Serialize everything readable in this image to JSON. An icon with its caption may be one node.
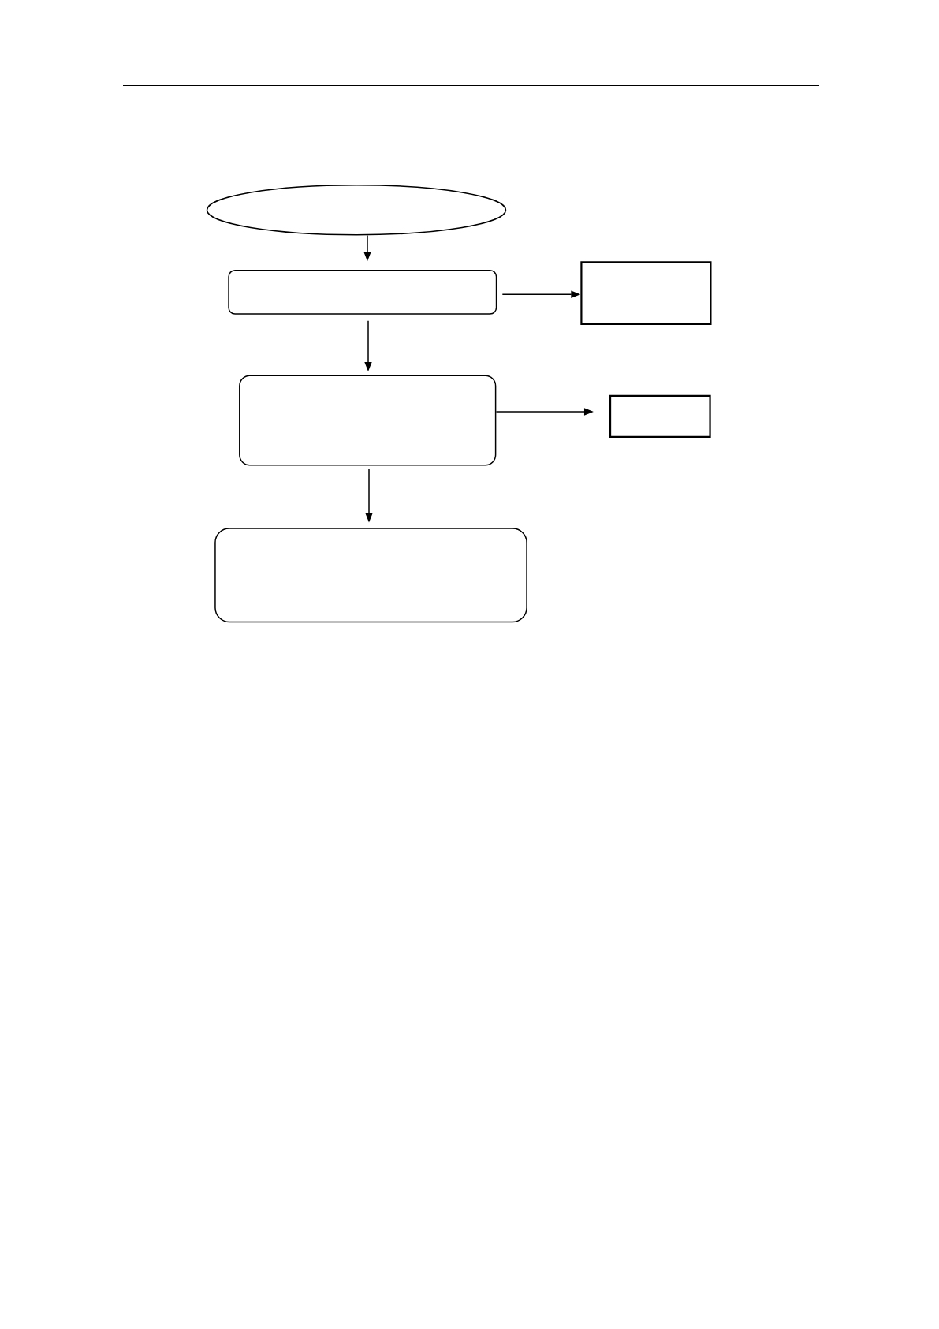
{
  "diagram": {
    "nodes": [
      {
        "text": [],
        "shape": "ellipse"
      },
      {
        "text": [],
        "shape": "box"
      },
      {
        "text": [],
        "shape": "box"
      },
      {
        "text": [],
        "shape": "box"
      },
      {
        "text": [],
        "shape": "box"
      },
      {
        "text": [],
        "shape": "box"
      }
    ],
    "edges": [
      {
        "from": 0,
        "to": 1,
        "arrow": "to"
      },
      {
        "from": 1,
        "to": 2,
        "arrow": "to"
      },
      {
        "from": 1,
        "to": 3,
        "arrow": "to"
      },
      {
        "from": 3,
        "to": 4,
        "arrow": "to"
      },
      {
        "from": 3,
        "to": 5,
        "arrow": "to"
      }
    ]
  }
}
